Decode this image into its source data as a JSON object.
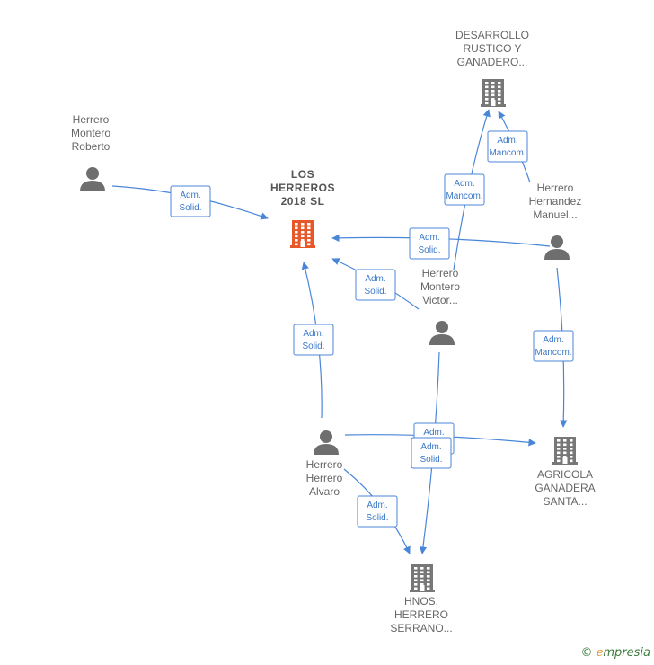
{
  "colors": {
    "accent": "#4a86d8",
    "focus_company": "#e8572a",
    "company": "#777777",
    "person": "#6e6e6e"
  },
  "nodes": [
    {
      "id": "los_herreros",
      "kind": "company-focus",
      "lines": [
        "LOS",
        "HERREROS",
        "2018  SL"
      ]
    },
    {
      "id": "desarrollo",
      "kind": "company",
      "lines": [
        "DESARROLLO",
        "RUSTICO Y",
        "GANADERO..."
      ]
    },
    {
      "id": "agricola",
      "kind": "company",
      "lines": [
        "AGRICOLA",
        "GANADERA",
        "SANTA..."
      ]
    },
    {
      "id": "hnos",
      "kind": "company",
      "lines": [
        "HNOS.",
        "HERRERO",
        "SERRANO..."
      ]
    },
    {
      "id": "roberto",
      "kind": "person",
      "lines": [
        "Herrero",
        "Montero",
        "Roberto"
      ]
    },
    {
      "id": "manuel",
      "kind": "person",
      "lines": [
        "Herrero",
        "Hernandez",
        "Manuel..."
      ]
    },
    {
      "id": "victor",
      "kind": "person",
      "lines": [
        "Herrero",
        "Montero",
        "Victor..."
      ]
    },
    {
      "id": "alvaro",
      "kind": "person",
      "lines": [
        "Herrero",
        "Herrero",
        "Alvaro"
      ]
    }
  ],
  "edges": [
    {
      "from": "roberto",
      "to": "los_herreros",
      "label": [
        "Adm.",
        "Solid."
      ]
    },
    {
      "from": "manuel",
      "to": "los_herreros",
      "label": [
        "Adm.",
        "Solid."
      ]
    },
    {
      "from": "victor",
      "to": "los_herreros",
      "label": [
        "Adm.",
        "Solid."
      ]
    },
    {
      "from": "alvaro",
      "to": "los_herreros",
      "label": [
        "Adm.",
        "Solid."
      ]
    },
    {
      "from": "manuel",
      "to": "desarrollo",
      "label": [
        "Adm.",
        "Mancom."
      ]
    },
    {
      "from": "victor",
      "to": "desarrollo",
      "label": [
        "Adm.",
        "Mancom."
      ]
    },
    {
      "from": "manuel",
      "to": "agricola",
      "label": [
        "Adm.",
        "Mancom."
      ]
    },
    {
      "from": "alvaro",
      "to": "agricola",
      "label": [
        "Adm.",
        "Mancom."
      ]
    },
    {
      "from": "victor",
      "to": "hnos",
      "label": [
        "Adm.",
        "Solid."
      ]
    },
    {
      "from": "alvaro",
      "to": "hnos",
      "label": [
        "Adm.",
        "Solid."
      ]
    }
  ],
  "watermark": {
    "copyright": "©",
    "brand_e": "e",
    "brand_rest": "mpresia"
  }
}
